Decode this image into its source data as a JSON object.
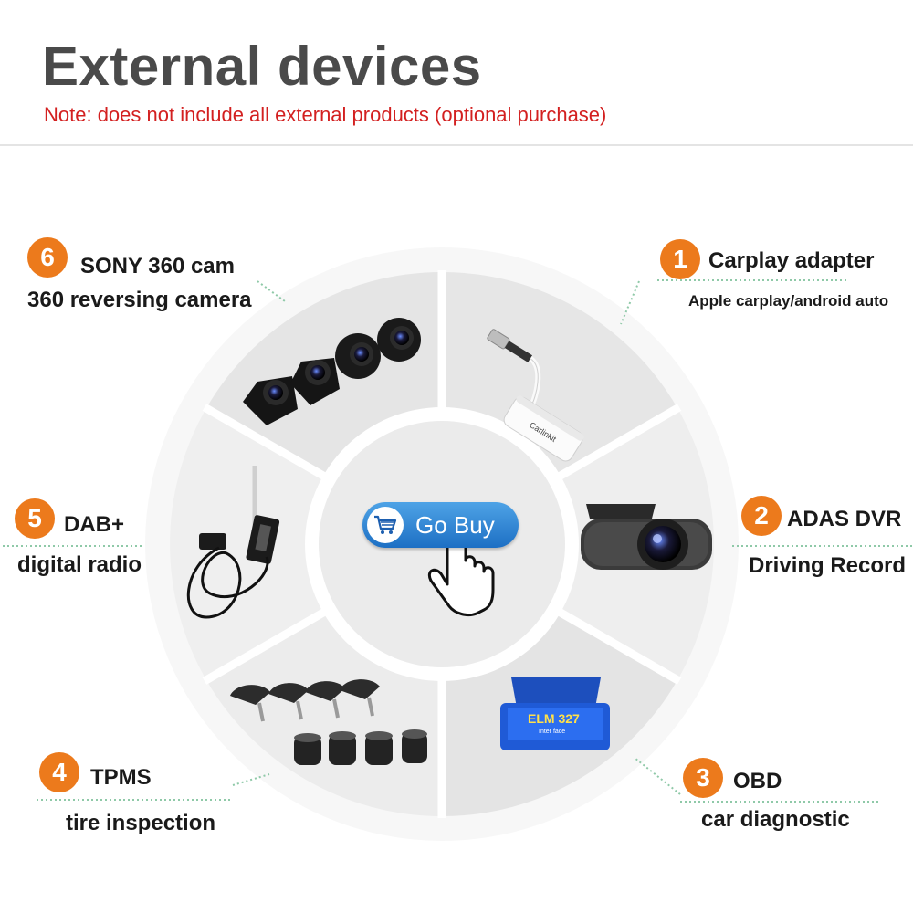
{
  "header": {
    "title": "External devices",
    "note": "Note: does not include all external products (optional purchase)"
  },
  "center": {
    "button_label": "Go Buy"
  },
  "devices": [
    {
      "number": "1",
      "name": "Carplay adapter",
      "desc": "Apple carplay/android auto",
      "product_icon": "carplay-dongle-icon"
    },
    {
      "number": "2",
      "name": "ADAS DVR",
      "desc": "Driving Record",
      "product_icon": "dash-camera-icon"
    },
    {
      "number": "3",
      "name": "OBD",
      "desc": "car diagnostic",
      "product_icon": "obd-scanner-icon",
      "product_text": "ELM 327",
      "product_subtext": "Inter face"
    },
    {
      "number": "4",
      "name": "TPMS",
      "desc": "tire inspection",
      "product_icon": "tire-sensor-icon"
    },
    {
      "number": "5",
      "name": "DAB+",
      "desc": "digital radio",
      "product_icon": "dab-antenna-icon"
    },
    {
      "number": "6",
      "name": "SONY 360 cam",
      "desc": "360 reversing camera",
      "product_icon": "surround-camera-icon"
    }
  ],
  "colors": {
    "badge": "#ec7a1c",
    "note": "#d32020",
    "button": "#2a86d6",
    "title": "#4a4a4a"
  }
}
